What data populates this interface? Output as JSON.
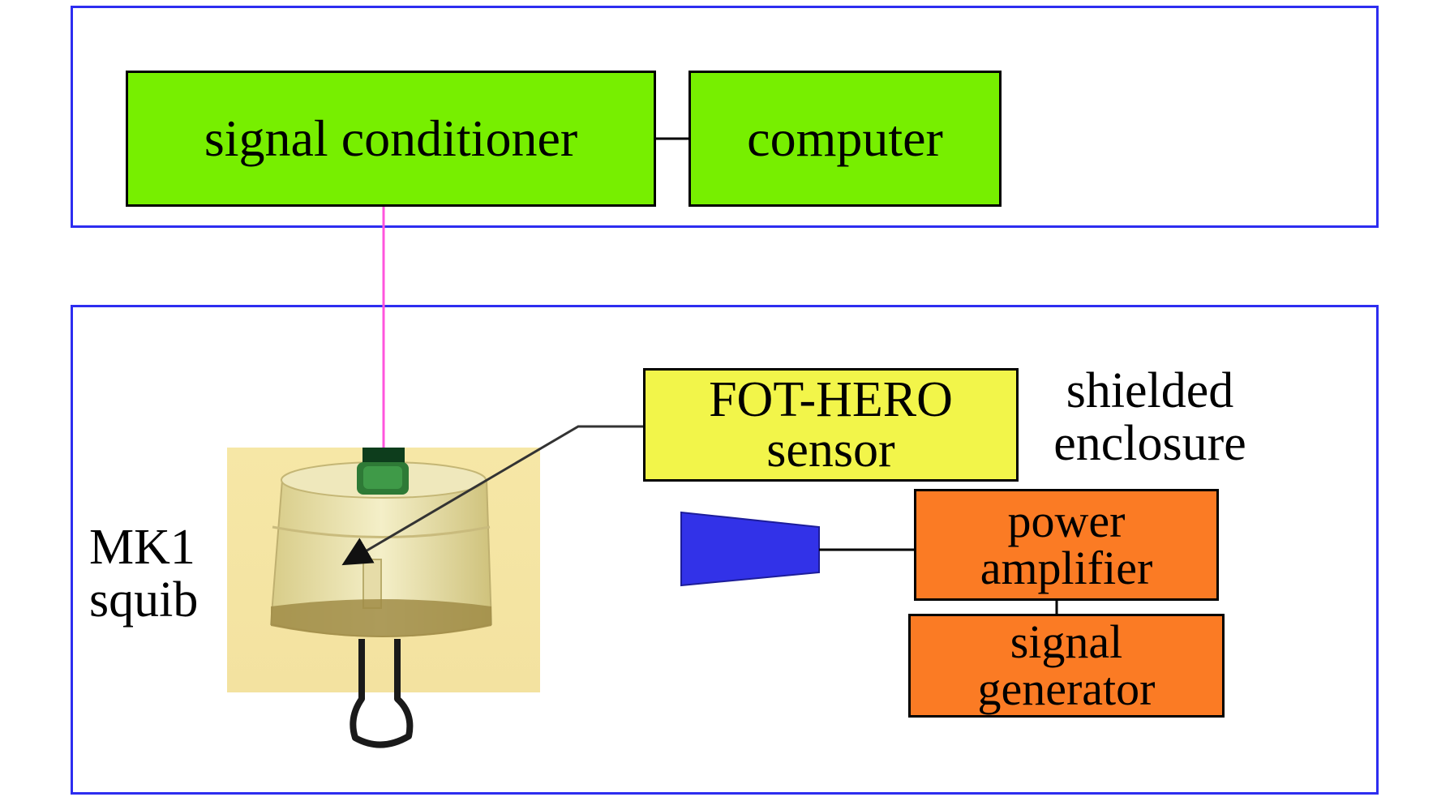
{
  "blocks": {
    "signal_conditioner": "signal conditioner",
    "computer": "computer",
    "fot_hero": {
      "line1": "FOT-HERO",
      "line2": "sensor"
    },
    "power_amplifier": {
      "line1": "power",
      "line2": "amplifier"
    },
    "signal_generator": {
      "line1": "signal",
      "line2": "generator"
    }
  },
  "labels": {
    "shielded_enclosure": {
      "line1": "shielded",
      "line2": "enclosure"
    },
    "mk1_squib": {
      "line1": "MK1",
      "line2": "squib"
    }
  },
  "icons": {
    "squib_photo": "mk1-squib-photo-icon",
    "antenna": "antenna-horn-icon"
  },
  "colors": {
    "frame": "#2d2df0",
    "computer_blocks": "#77ef00",
    "sensor_block": "#f2f54a",
    "source_blocks": "#fb7b24",
    "fiber_link": "#ff55dd",
    "antenna": "#3232e8"
  }
}
